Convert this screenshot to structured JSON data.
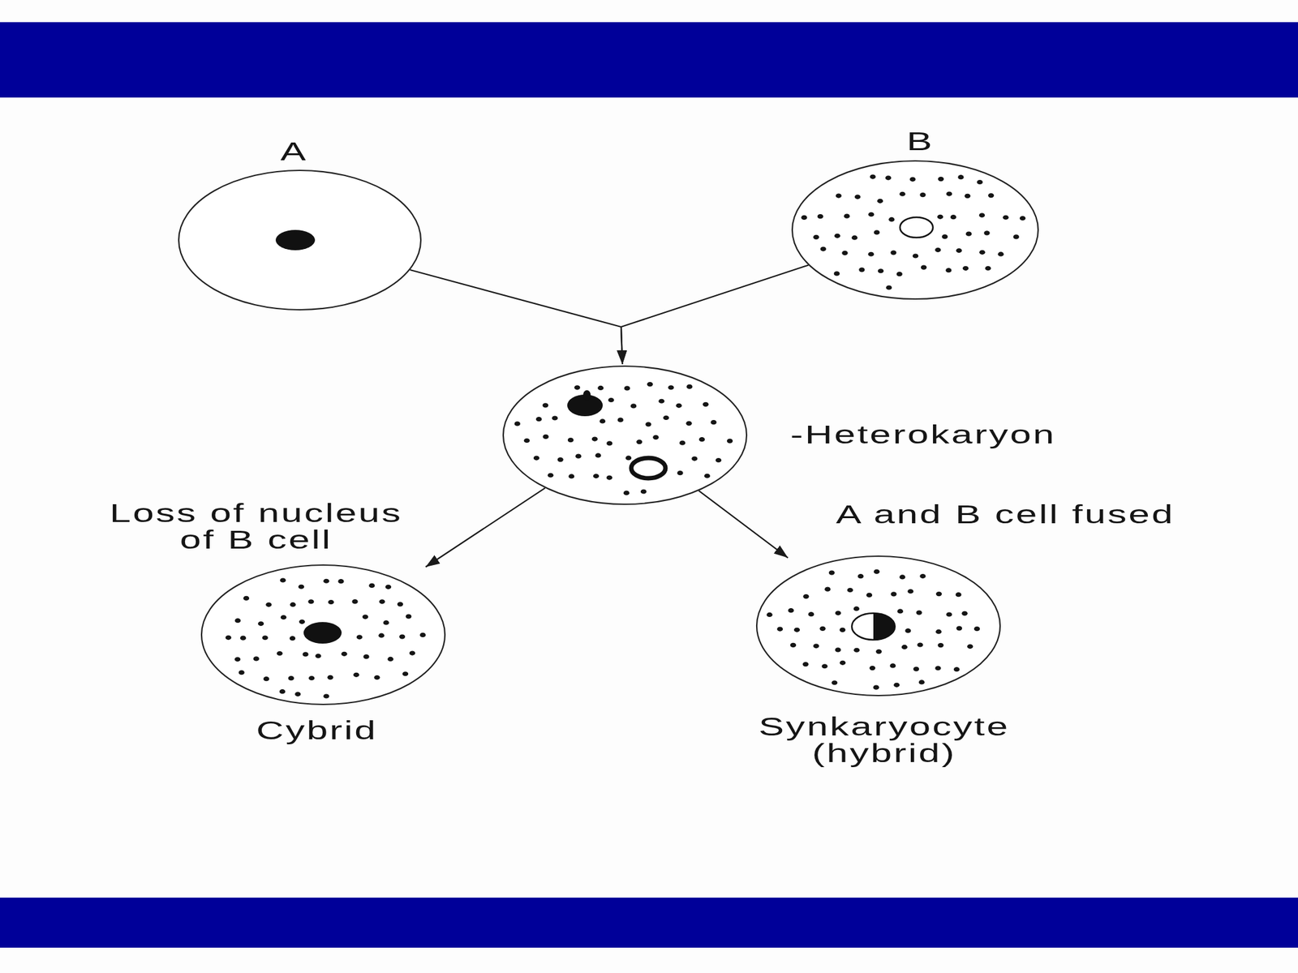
{
  "diagram": {
    "nodes": [
      {
        "text": [
          "A"
        ]
      },
      {
        "text": [
          "B"
        ]
      },
      {
        "text": [
          "-Heterokaryon"
        ]
      },
      {
        "text": [
          "Cybrid"
        ]
      },
      {
        "text": [
          "Synkaryocyte (hybrid)"
        ]
      }
    ],
    "edges": [
      {
        "from": 0,
        "to": 2,
        "arrow": "to"
      },
      {
        "from": 1,
        "to": 2,
        "arrow": "to"
      },
      {
        "from": 2,
        "to": 3,
        "arrow": "to",
        "label": "Loss of nucleus of B cell"
      },
      {
        "from": 2,
        "to": 4,
        "arrow": "to",
        "label": "A and B cell fused"
      }
    ]
  }
}
